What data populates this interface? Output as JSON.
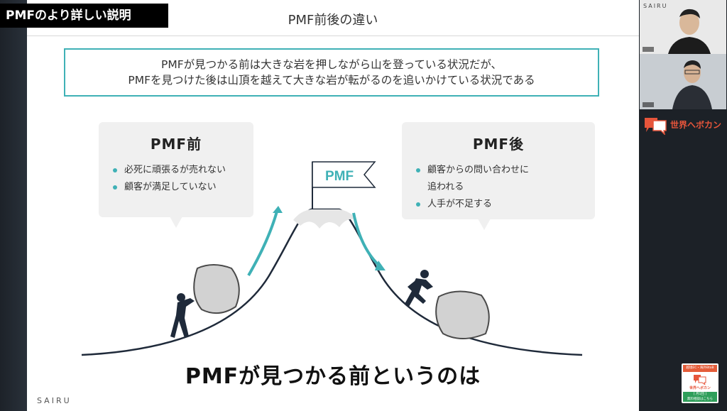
{
  "badge": "PMFのより詳しい説明",
  "slide": {
    "title": "PMF前後の違い",
    "summary_line1": "PMFが見つかる前は大きな岩を押しながら山を登っている状況だが、",
    "summary_line2": "PMFを見つけた後は山頂を越えて大きな岩が転がるのを追いかけている状況である",
    "before": {
      "title": "PMF前",
      "items": [
        "必死に頑張るが売れない",
        "顧客が満足していない"
      ]
    },
    "after": {
      "title": "PMF後",
      "items": [
        "顧客からの問い合わせに",
        "追われる",
        "人手が不足する"
      ]
    },
    "flag_text": "PMF",
    "footer_logo": "SAIRU"
  },
  "caption": "PMFが見つかる前というのは",
  "side": {
    "camera1_label": "SAIRU",
    "logo_text": "世界へボカン",
    "promo_top": "越境EC・海外BtoB",
    "promo_brand": "世界へボカン",
    "promo_button_top": "[ 月1回 ]",
    "promo_button_bottom": "無料相談はこちら"
  },
  "colors": {
    "accent": "#3fb1b6",
    "brand": "#e6553b"
  }
}
